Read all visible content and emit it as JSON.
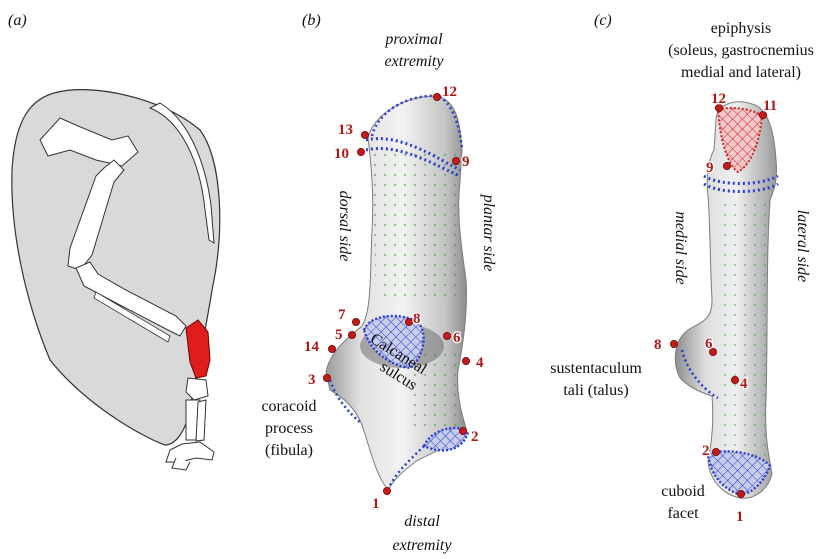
{
  "panels": {
    "a": "(a)",
    "b": "(b)",
    "c": "(c)"
  },
  "panel_b": {
    "proximal": [
      "proximal",
      "extremity"
    ],
    "distal": [
      "distal",
      "extremity"
    ],
    "dorsal_side": "dorsal side",
    "plantar_side": "plantar side",
    "calcaneal_sulcus": [
      "Calcaneal",
      "sulcus"
    ],
    "coracoid_process": [
      "coracoid",
      "process",
      "(fibula)"
    ],
    "landmarks": [
      "1",
      "2",
      "3",
      "4",
      "5",
      "6",
      "7",
      "8",
      "9",
      "10",
      "12",
      "13",
      "14"
    ]
  },
  "panel_c": {
    "epiphysis": [
      "epiphysis",
      "(soleus, gastrocnemius",
      "medial and lateral)"
    ],
    "medial_side": "medial side",
    "lateral_side": "lateral side",
    "sustentaculum": [
      "sustentaculum",
      "tali (talus)"
    ],
    "cuboid_facet": [
      "cuboid",
      "facet"
    ],
    "landmarks": [
      "1",
      "2",
      "4",
      "6",
      "8",
      "9",
      "11",
      "12"
    ]
  },
  "colors": {
    "semilandmark": "#2a3fd0",
    "surface_point": "#3aa03a",
    "landmark": "#c41a1a",
    "highlight_bone": "#e01c1c",
    "silhouette": "#d9d9d9"
  }
}
